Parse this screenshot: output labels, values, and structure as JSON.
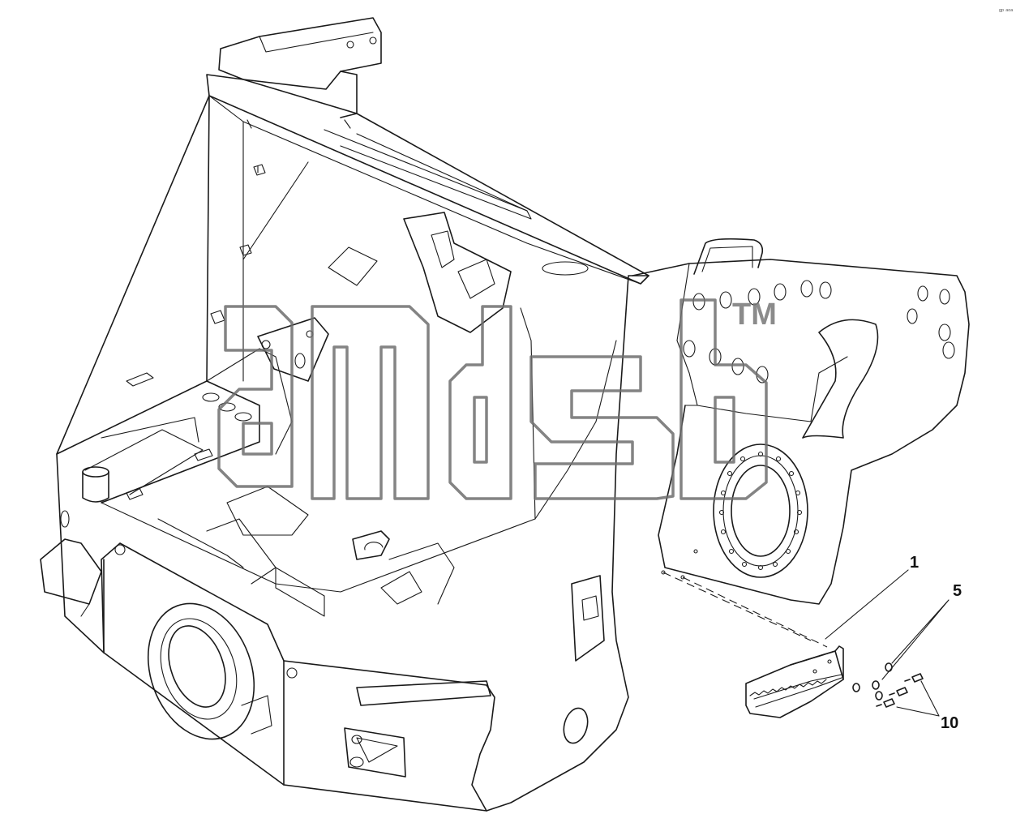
{
  "diagram": {
    "corner_mark": "ᵍᵖ ᵃᵒᵃ",
    "watermark": {
      "letters": "amds",
      "trademark": "TM"
    },
    "callouts": [
      {
        "id": "1",
        "label": "1"
      },
      {
        "id": "5",
        "label": "5"
      },
      {
        "id": "10",
        "label": "10"
      }
    ]
  }
}
